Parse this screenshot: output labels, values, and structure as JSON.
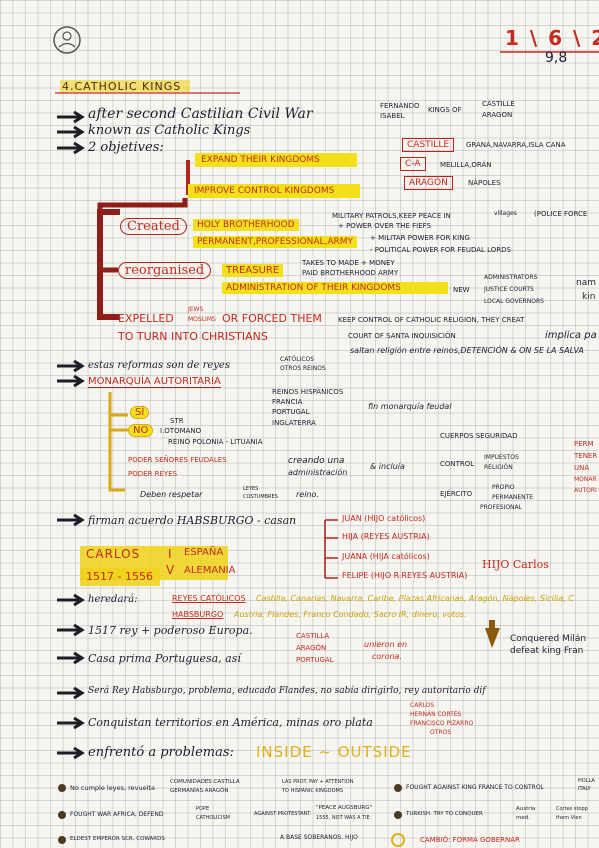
{
  "date": "1 \\ 6 \\ 2",
  "page_number": "9,8",
  "title": "4.CATHOLIC KINGS",
  "lines": {
    "l1a": "after second Castilian Civil War",
    "l1b": "FERNANDO",
    "l1c": "ISABEL",
    "l1d": "KINGS OF",
    "l1e": "CASTILLE",
    "l1f": "ARAGON",
    "l2": "known as Catholic Kings",
    "l3": "2 objetives:",
    "expand": "EXPAND THEIR KINGDOMS",
    "improve": "IMPROVE CONTROL KINGDOMS",
    "castille": "CASTILLE",
    "castille_t": "GRANÁ,NAVARRA,ISLA CANA",
    "ca": "C-A",
    "ca_t": "MELILLA,ORÁN",
    "aragon": "ARAGÓN",
    "aragon_t": "NÁPOLES",
    "created": "Created",
    "holy": "HOLY BROTHERHOOD",
    "holy_a": "MILITARY PATROLS,KEEP PEACE IN",
    "holy_b": "+ POWER OVER THE FIEFS",
    "holy_c": "villages",
    "holy_d": "(POLICE FORCE",
    "perm": "PERMANENT,PROFESSIONAL,ARMY",
    "perm_a": "+ MILITAR POWER FOR KING",
    "perm_b": "- POLITICAL POWER FOR FEUDAL LORDS",
    "reorg": "reorganised",
    "treasure": "TREASURE",
    "tr_a": "TAKES TO MADE + MONEY",
    "tr_b": "PAID BROTHERHOOD ARMY",
    "admin": "ADMINISTRATION OF THEIR KINGDOMS",
    "new": "NEW",
    "ad_a": "ADMINISTRATORS",
    "ad_b": "JUSTICE COURTS",
    "ad_c": "LOCAL GOVERNORS",
    "ad_d": "nam",
    "ad_e": "kin",
    "expelled_a": "EXPELLED",
    "expelled_b": "JEWS",
    "expelled_c": "MOSLIMS",
    "expelled_d": "OR FORCED THEM",
    "expelled_e": "TO TURN INTO CHRISTIANS",
    "keep": "KEEP CONTROL OF CATHOLIC RELIGION, THEY CREAT",
    "court": "COURT OF SANTA INQUISICIÓN",
    "implica": "implica pa",
    "saltan": "saltan religión entre reinos,DETENCIÓN & ON SE LA SALVA",
    "estas": "estas reformas son de reyes",
    "catolicos": "CATÓLICOS",
    "otros": "OTROS REINOS",
    "monarquia": "MONARQUÍA AUTORITARIA",
    "si": "SÍ",
    "no": "NO",
    "reinos": "REINOS HISPÁNICOS",
    "francia": "FRANCIA",
    "portugal": "PORTUGAL",
    "inglaterra": "INGLATERRA",
    "fin": "fin monarquía feudal",
    "str": "STR",
    "otomano": "I.OTOMANO",
    "polonia": "REINO POLONIA - LITUANIA",
    "poder_s": "PODER SEÑORES FEUDALES",
    "poder_r": "PODER REYES",
    "creando": "creando una",
    "administr": "administración",
    "incluia": "& incluía",
    "deben": "Deben respetar",
    "leyes": "LEYES",
    "costumbres": "COSTUMBRES",
    "reino": "reino.",
    "cuerpos": "CUERPOS SEGURIDAD",
    "control": "CONTROL",
    "impuestos": "IMPUESTOS",
    "religion": "RELIGIÓN",
    "ejercito": "EJÉRCITO",
    "propio": "PROPIO",
    "perm2": "PERMANENTE",
    "prof": "PROFESIONAL",
    "perm_r1": "PERM",
    "perm_r2": "TENER",
    "perm_r3": "UNA",
    "perm_r4": "MONAR",
    "perm_r5": "AUTORI",
    "firman": "firman acuerdo HABSBURGO - casan",
    "juan": "JUAN (HIJO católicos)",
    "hija": "HIJA (REYES AUSTRIA)",
    "juana": "JUANA (HIJA católicos)",
    "felipe": "FELIPE (HIJO R.REYES AUSTRIA)",
    "hijo": "HIJO Carlos",
    "carlos": "CARLOS",
    "i": "I",
    "espana": "ESPAÑA",
    "v": "V",
    "alemania": "ALEMANIA",
    "years": "1517 - 1556",
    "heredara": "heredará:",
    "reyes_cat": "REYES CATÓLICOS",
    "herencia1": "Castilla, Canarias, Navarra, Caribe, Plazas Africanas, Aragón, Nápoles, Sicilia, C",
    "habsburgo": "HABSBURGO",
    "herencia2": "Austria, Flandes, Franco Condado, Sacro IR, dinero, votos.",
    "ano": "1517 rey + poderoso Europa.",
    "casa": "Casa prima Portuguesa, así",
    "castilla": "CASTILLA",
    "aragon2": "ARAGÓN",
    "portugal2": "PORTUGAL",
    "unieron": "unieron en",
    "corona": "corona.",
    "conquered1": "Conquered Milán",
    "conquered2": "defeat king Fran",
    "sera": "Será Rey Habsburgo, problema, educado Flandes, no sabía dirigirlo, rey autoritario dif",
    "conquistan": "Conquistan territorios en América, minas oro plata",
    "carlos2": "CARLOS",
    "hernan": "HERNÁN CORTÉS",
    "pizarro": "FRANCISCO PIZARRO",
    "otros2": "OTROS",
    "enfrento": "enfrentó a problemas:",
    "inside": "INSIDE ~ OUTSIDE",
    "nocumple": "No cumple leyes, revuelta",
    "comunidades": "COMUNIDADES CASTILLA",
    "germanias": "GERMANÍAS ARAGÓN",
    "las": "LAS PROT. PAY + ATTENTION",
    "tohisp": "TO HISPANIC KINGDOMS",
    "fought1": "FOUGHT AGAINST KING FRANCE TO CONTROL",
    "italy": "ITALY",
    "holland": "HOLLA",
    "fought2": "FOUGHT WAR AFRICA, DEFEND",
    "pope": "POPE",
    "catholicism": "CATHOLICISM",
    "against": "AGAINST PROTESTANT.",
    "peace": "\"PEACE AUGSBURG\"",
    "peace2": "1555, NOT WAS A TIE",
    "turkish": "TURKISH. TRY TO CONQUER",
    "austria": "Austria",
    "med": "med.",
    "cortes": "Cortes stopp",
    "them": "them Vien",
    "bottom": "ELDEST EMPEROR SCR, COWARDS",
    "bottom2": "A BASE SOBERANOS. HIJO",
    "cambio": "CAMBIÓ: FORMA GOBERNAR"
  }
}
